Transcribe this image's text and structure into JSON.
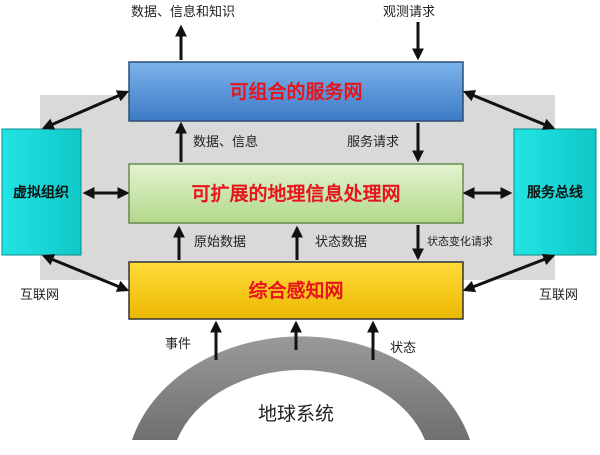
{
  "boxes": {
    "top": "可组合的服务网",
    "middle": "可扩展的地理信息处理网",
    "bottom": "综合感知网",
    "left": "虚拟组织",
    "right": "服务总线"
  },
  "labels": {
    "top_left_out": "数据、信息和知识",
    "top_right_in": "观测请求",
    "mid_up": "数据、信息",
    "mid_down": "服务请求",
    "raw_data": "原始数据",
    "state_data": "状态数据",
    "state_change_request": "状态变化请求",
    "internet_left": "互联网",
    "internet_right": "互联网",
    "event": "事件",
    "state": "状态",
    "earth_system": "地球系统"
  },
  "colors": {
    "top_box": "#4f8fd6",
    "middle_box": "#c8e6a6",
    "bottom_box": "#f5c800",
    "side_box": "#17dada",
    "background_panel": "#d9d9d9",
    "earth_arc": "#808080",
    "label_red": "#e8141c"
  }
}
